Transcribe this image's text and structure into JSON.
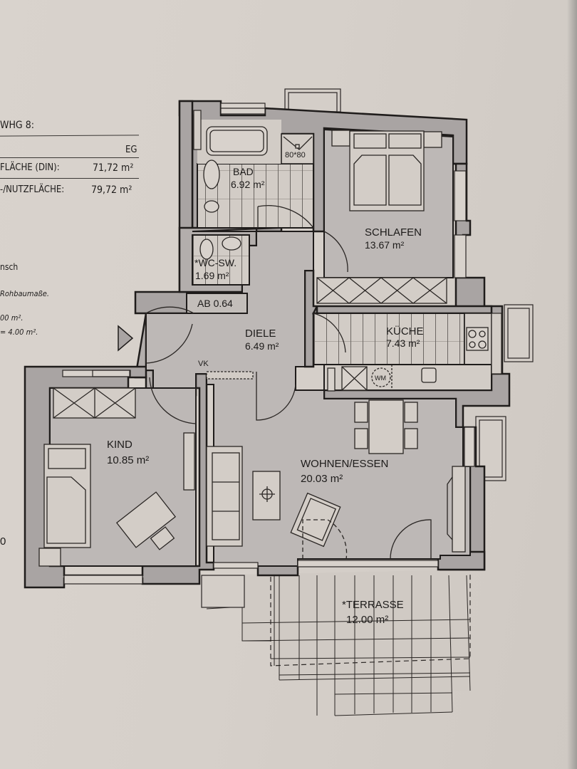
{
  "info_panel": {
    "unit_title": "WHG 8:",
    "floor": "EG",
    "rows": [
      {
        "label": "FLÄCHE (DIN):",
        "value": "71,72 m²"
      },
      {
        "label": "-/NUTZFLÄCHE:",
        "value": "79,72 m²"
      }
    ],
    "notes": [
      "nsch",
      "Rohbaumaße.",
      "00 m².",
      "= 4.00 m²."
    ],
    "partial_glyph": "0"
  },
  "rooms": [
    {
      "name": "BAD",
      "area": "6.92 m²"
    },
    {
      "name": "SCHLAFEN",
      "area": "13.67 m²"
    },
    {
      "name": "*WC-SW.",
      "area": "1.69 m²"
    },
    {
      "name": "AB 0.64",
      "area": ""
    },
    {
      "name": "DIELE",
      "area": "6.49 m²"
    },
    {
      "name": "KÜCHE",
      "area": "7.43 m²"
    },
    {
      "name": "KIND",
      "area": "10.85 m²"
    },
    {
      "name": "WOHNEN/ESSEN",
      "area": "20.03 m²"
    },
    {
      "name": "*TERRASSE",
      "area": "12.00 m²"
    }
  ],
  "fixtures": {
    "shower": "80*80",
    "washing_machine": "WM",
    "meter": "VK"
  },
  "colors": {
    "paper": "#d8d2cc",
    "wall_fill": "#a9a4a3",
    "floor_fill": "#bdb8b6",
    "tile_fill": "#d2ccc6",
    "line": "#1f1c1b"
  }
}
